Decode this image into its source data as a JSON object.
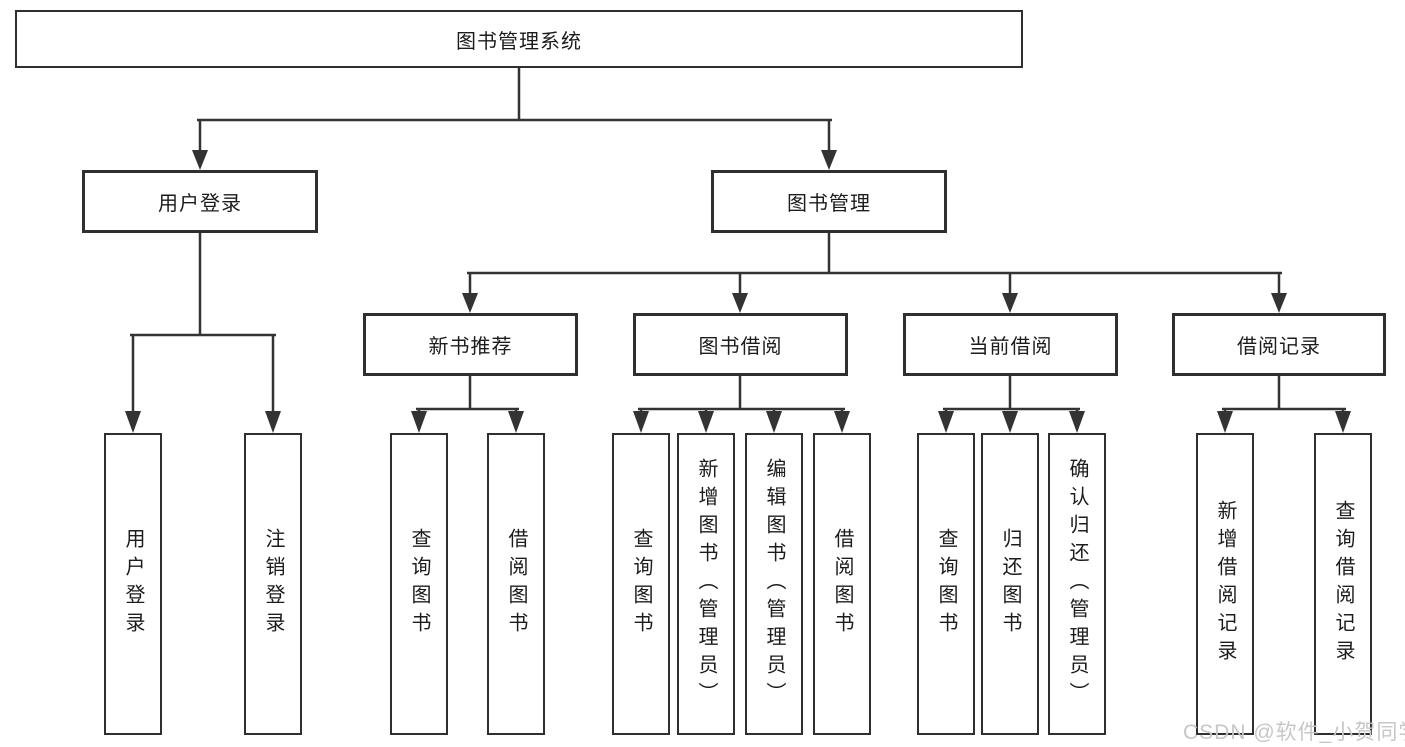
{
  "colors": {
    "line": "#333333",
    "box_border": "#2f2f2f",
    "text": "#1c1c1c",
    "watermark": "#c7c7c7",
    "background": "#ffffff"
  },
  "watermark": "CSDN @软件_小贺同学",
  "tree": {
    "root": "图书管理系统",
    "branches": [
      {
        "label": "用户登录",
        "children": [
          "用户登录",
          "注销登录"
        ]
      },
      {
        "label": "图书管理",
        "sections": [
          {
            "label": "新书推荐",
            "children": [
              "查询图书",
              "借阅图书"
            ]
          },
          {
            "label": "图书借阅",
            "children": [
              "查询图书",
              "新增图书（管理员）",
              "编辑图书（管理员）",
              "借阅图书"
            ]
          },
          {
            "label": "当前借阅",
            "children": [
              "查询图书",
              "归还图书",
              "确认归还（管理员）"
            ]
          },
          {
            "label": "借阅记录",
            "children": [
              "新增借阅记录",
              "查询借阅记录"
            ]
          }
        ]
      }
    ]
  }
}
